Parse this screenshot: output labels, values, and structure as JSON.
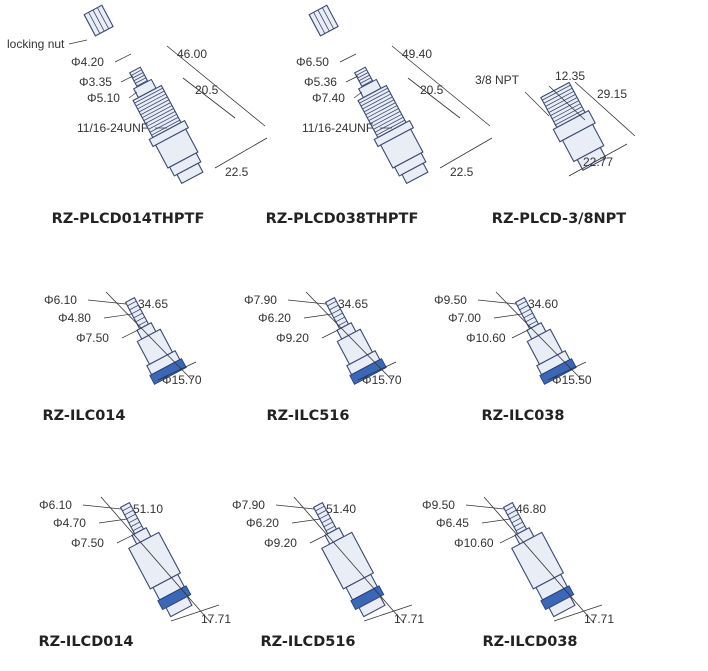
{
  "colors": {
    "outline": "#3c4a70",
    "fill": "#e9edf6",
    "seal_blue": "#3a67b8",
    "text": "#222222"
  },
  "components": [
    {
      "model": "RZ-PLCD014THPTF",
      "kind": "panel",
      "dims": {
        "d1": "Φ4.20",
        "d2": "Φ3.35",
        "d3": "Φ5.10",
        "len": "46.00",
        "mid": "20.5",
        "bot": "22.5"
      },
      "labels": {
        "nut": "locking nut",
        "thread": "11/16-24UNF"
      }
    },
    {
      "model": "RZ-PLCD038THPTF",
      "kind": "panel",
      "dims": {
        "d1": "Φ6.50",
        "d2": "Φ5.36",
        "d3": "Φ7.40",
        "len": "49.40",
        "mid": "20.5",
        "bot": "22.5"
      },
      "labels": {
        "thread": "11/16-24UNF"
      }
    },
    {
      "model": "RZ-PLCD-3/8NPT",
      "kind": "npt",
      "dims": {
        "a": "12.35",
        "b": "29.15",
        "c": "22.77"
      },
      "labels": {
        "thread": "3/8 NPT"
      }
    },
    {
      "model": "RZ-ILC014",
      "kind": "inline",
      "dims": {
        "d1": "Φ6.10",
        "d2": "Φ4.80",
        "d3": "Φ7.50",
        "len": "34.65",
        "bot": "Φ15.70"
      }
    },
    {
      "model": "RZ-ILC516",
      "kind": "inline",
      "dims": {
        "d1": "Φ7.90",
        "d2": "Φ6.20",
        "d3": "Φ9.20",
        "len": "34.65",
        "bot": "Φ15.70"
      }
    },
    {
      "model": "RZ-ILC038",
      "kind": "inline",
      "dims": {
        "d1": "Φ9.50",
        "d2": "Φ7.00",
        "d3": "Φ10.60",
        "len": "34.60",
        "bot": "Φ15.50"
      }
    },
    {
      "model": "RZ-ILCD014",
      "kind": "inlineD",
      "dims": {
        "d1": "Φ6.10",
        "d2": "Φ4.70",
        "d3": "Φ7.50",
        "len": "51.10",
        "bot": "17.71"
      }
    },
    {
      "model": "RZ-ILCD516",
      "kind": "inlineD",
      "dims": {
        "d1": "Φ7.90",
        "d2": "Φ6.20",
        "d3": "Φ9.20",
        "len": "51.40",
        "bot": "17.71"
      }
    },
    {
      "model": "RZ-ILCD038",
      "kind": "inlineD",
      "dims": {
        "d1": "Φ9.50",
        "d2": "Φ6.45",
        "d3": "Φ10.60",
        "len": "46.80",
        "bot": "17.71"
      }
    }
  ]
}
